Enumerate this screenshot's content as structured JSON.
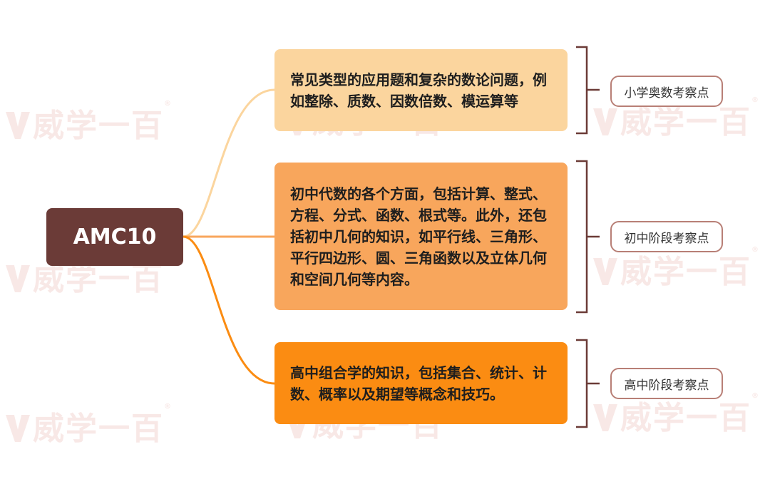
{
  "watermark": {
    "text": "威学一百",
    "mark": "®"
  },
  "root": {
    "label": "AMC10"
  },
  "branches": [
    {
      "text": "常见类型的应用题和复杂的数论问题，例如整除、质数、因数倍数、模运算等",
      "level": "小学奥数考察点",
      "color": "#fbd59e"
    },
    {
      "text": "初中代数的各个方面，包括计算、整式、方程、分式、函数、根式等。此外，还包括初中几何的知识，如平行线、三角形、平行四边形、圆、三角函数以及立体几何和空间几何等内容。",
      "level": "初中阶段考察点",
      "color": "#f8a65c"
    },
    {
      "text": "高中组合学的知识，包括集合、统计、计数、概率以及期望等概念和技巧。",
      "level": "高中阶段考察点",
      "color": "#fb8c12"
    }
  ],
  "colors": {
    "root": "#6b3b37",
    "bracket": "#6b3b37",
    "label_border": "#b87f76"
  }
}
